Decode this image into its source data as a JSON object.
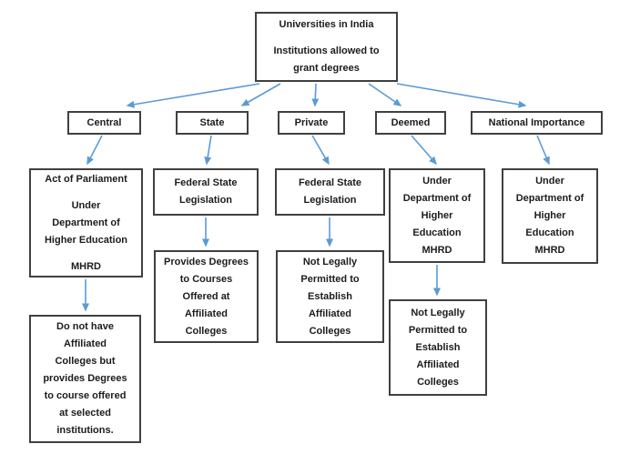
{
  "diagram_title": "Universities in India",
  "colors": {
    "arrow": "#5b9bd5",
    "box_border": "#404040",
    "box_background": "#ffffff",
    "text": "#1c1c1c"
  },
  "root": {
    "lines": [
      "Universities in India",
      "",
      "Institutions allowed to",
      "grant degrees"
    ]
  },
  "columns": [
    {
      "label": "Central",
      "boxes": [
        {
          "lines": [
            "Act of Parliament",
            "",
            "Under",
            "Department of",
            "Higher Education",
            "",
            "MHRD"
          ]
        },
        {
          "lines": [
            "Do not have",
            "Affiliated",
            "Colleges but",
            "provides Degrees",
            "to course offered",
            "at selected",
            "institutions."
          ]
        }
      ]
    },
    {
      "label": "State",
      "boxes": [
        {
          "lines": [
            "Federal State",
            "Legislation"
          ]
        },
        {
          "lines": [
            "Provides Degrees",
            "to Courses",
            "Offered at",
            "Affiliated",
            "Colleges"
          ]
        }
      ]
    },
    {
      "label": "Private",
      "boxes": [
        {
          "lines": [
            "Federal State",
            "Legislation"
          ]
        },
        {
          "lines": [
            "Not Legally",
            "Permitted to",
            "Establish",
            "Affiliated",
            "Colleges"
          ]
        }
      ]
    },
    {
      "label": "Deemed",
      "boxes": [
        {
          "lines": [
            "Under",
            "Department of",
            "Higher",
            "Education",
            "MHRD"
          ]
        },
        {
          "lines": [
            "Not Legally",
            "Permitted to",
            "Establish",
            "Affiliated",
            "Colleges"
          ]
        }
      ]
    },
    {
      "label": "National Importance",
      "boxes": [
        {
          "lines": [
            "Under",
            "Department of",
            "Higher",
            "Education",
            "MHRD"
          ]
        }
      ]
    }
  ]
}
